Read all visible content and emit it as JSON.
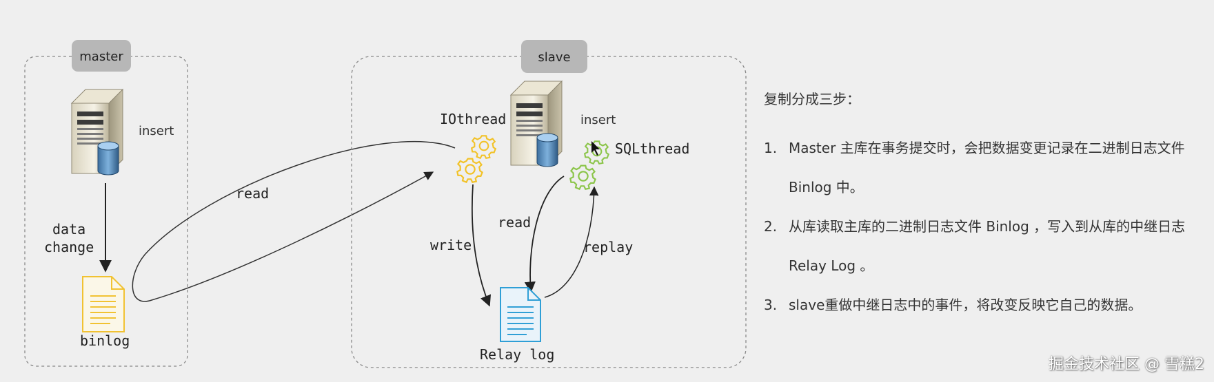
{
  "diagram": {
    "master": {
      "title": "master",
      "server_label": "insert",
      "arrow_label_line1": "data",
      "arrow_label_line2": "change",
      "log_label": "binlog"
    },
    "cross_label": "read",
    "slave": {
      "title": "slave",
      "server_label": "insert",
      "io_thread_label": "IOthread",
      "sql_thread_label": "SQLthread",
      "write_label": "write",
      "read_label": "read",
      "replay_label": "replay",
      "log_label": "Relay log"
    }
  },
  "notes": {
    "heading": "复制分成三步：",
    "steps": [
      {
        "num": "1.",
        "text": "Master 主库在事务提交时，会把数据变更记录在二进制日志文件 Binlog 中。"
      },
      {
        "num": "2.",
        "text": "从库读取主库的二进制日志文件 Binlog ，写入到从库的中继日志 Relay Log 。"
      },
      {
        "num": "3.",
        "text": "slave重做中继日志中的事件，将改变反映它自己的数据。"
      }
    ]
  },
  "watermark": "掘金技术社区 @ 雪糕2",
  "colors": {
    "gear_io": "#f2c227",
    "gear_sql": "#8cc54a",
    "binlog_doc": "#f1c232",
    "relay_doc": "#2f9fd6"
  }
}
